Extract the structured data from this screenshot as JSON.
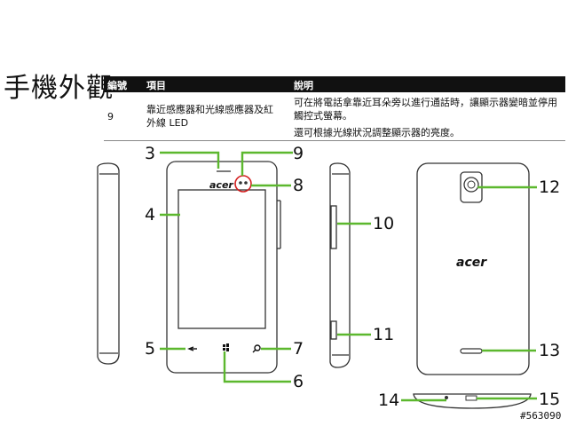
{
  "heading": "手機外觀",
  "table": {
    "headers": {
      "number": "編號",
      "item": "項目",
      "description": "說明"
    },
    "rows": [
      {
        "number": "9",
        "item": "靠近感應器和光線感應器及紅外線 LED",
        "description_1": "可在將電話拿靠近耳朵旁以進行通話時，讓顯示器變暗並停用觸控式螢幕。",
        "description_2": "還可根據光線狀況調整顯示器的亮度。"
      }
    ]
  },
  "brand_logo": "acer",
  "callouts": [
    "3",
    "4",
    "5",
    "6",
    "7",
    "8",
    "9",
    "10",
    "11",
    "12",
    "13",
    "14",
    "15"
  ],
  "icons": [
    "back-arrow-icon",
    "windows-start-icon",
    "search-icon",
    "camera-lens-icon",
    "speaker-grille-icon"
  ],
  "colors": {
    "callout_line": "#5cb82e",
    "highlight_circle": "#d42020",
    "outline": "#333333"
  },
  "watermark": "#563090"
}
